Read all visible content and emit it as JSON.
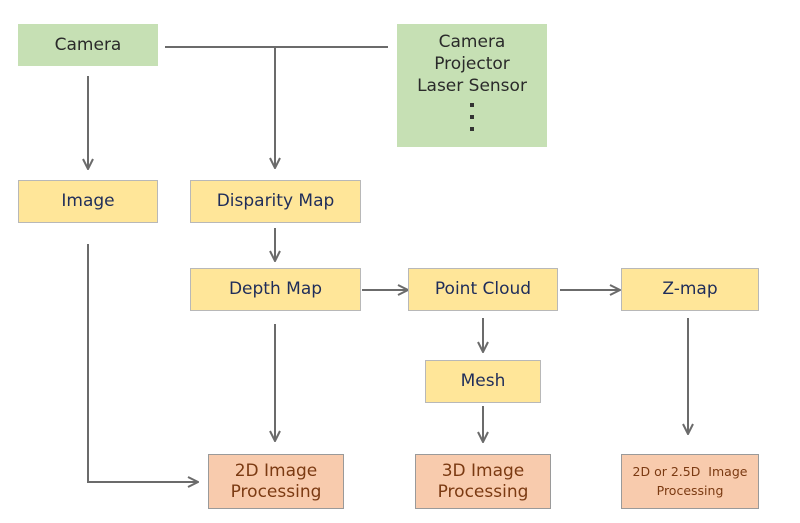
{
  "nodes": {
    "camera": "Camera",
    "sources": {
      "line1": "Camera",
      "line2": "Projector",
      "line3": "Laser Sensor"
    },
    "image": "Image",
    "disparity_map": "Disparity Map",
    "depth_map": "Depth Map",
    "point_cloud": "Point Cloud",
    "z_map": "Z-map",
    "mesh": "Mesh",
    "processing_2d": {
      "line1": "2D Image",
      "line2": "Processing"
    },
    "processing_3d": {
      "line1": "3D Image",
      "line2": "Processing"
    },
    "processing_25d": {
      "line1": "2D or 2.5D  Image",
      "line2": "Processing"
    }
  },
  "colors": {
    "source_fill": "#c6e0b4",
    "data_fill": "#ffe699",
    "processing_fill": "#f8cbad",
    "connector": "#6b6b6b"
  }
}
